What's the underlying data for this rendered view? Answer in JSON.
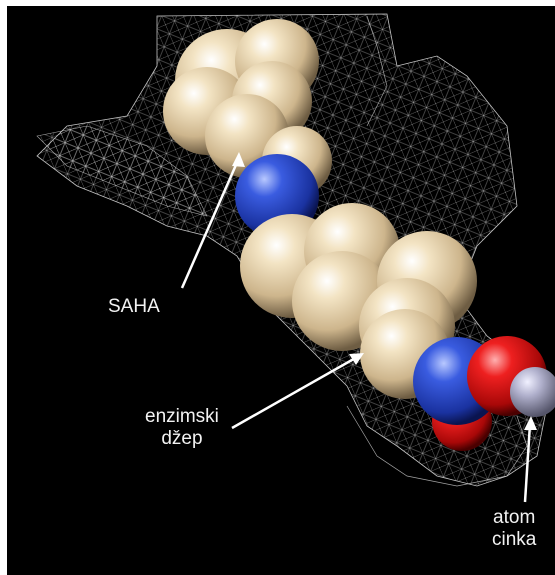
{
  "labels": {
    "saha": "SAHA",
    "pocket_line1": "enzimski",
    "pocket_line2": "džep",
    "zinc_line1": "atom",
    "zinc_line2": "cinka"
  },
  "colors": {
    "background": "#000000",
    "carbon": "#e3cfa8",
    "nitrogen": "#2244cc",
    "oxygen": "#dd1111",
    "zinc": "#a8a8c8",
    "mesh": "#d8d8d8",
    "label_text": "#f2f2f2"
  }
}
